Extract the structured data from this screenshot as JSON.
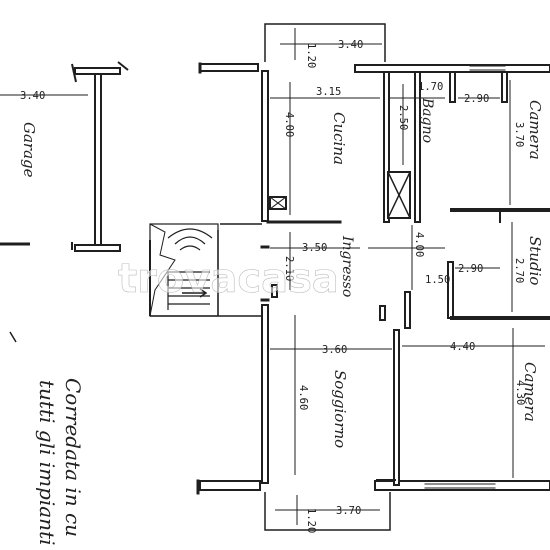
{
  "watermark": "trovacasa",
  "rooms": {
    "garage": "Garage",
    "cucina": "Cucina",
    "bagno": "Bagno",
    "camera_top": "Camera",
    "studio": "Studio",
    "ingresso": "Ingresso",
    "soggiorno": "Soggiorno",
    "camera_bottom": "Camera"
  },
  "dimensions": {
    "balcony_top_width": "3.40",
    "balcony_top_depth": "1.20",
    "garage_width": "3.40",
    "cucina_width": "3.15",
    "cucina_depth": "4.00",
    "bagno_width": "1.70",
    "bagno_depth": "2.50",
    "camera_top_width": "2.90",
    "camera_top_depth": "3.70",
    "ingresso_width": "3.50",
    "ingresso_depth": "2.10",
    "hall_depth": "4.00",
    "hall_width": "1.50",
    "studio_width": "2.90",
    "studio_depth": "2.70",
    "soggiorno_width": "3.60",
    "soggiorno_depth": "4.60",
    "camera_bottom_width": "4.40",
    "camera_bottom_depth": "4.30",
    "balcony_bottom_width": "3.70",
    "balcony_bottom_depth": "1.20"
  },
  "notes": {
    "line1": "Corredata in cu",
    "line2": "tutti gli impianti"
  },
  "colors": {
    "ink": "#1f1f1f",
    "paper": "#ffffff"
  }
}
